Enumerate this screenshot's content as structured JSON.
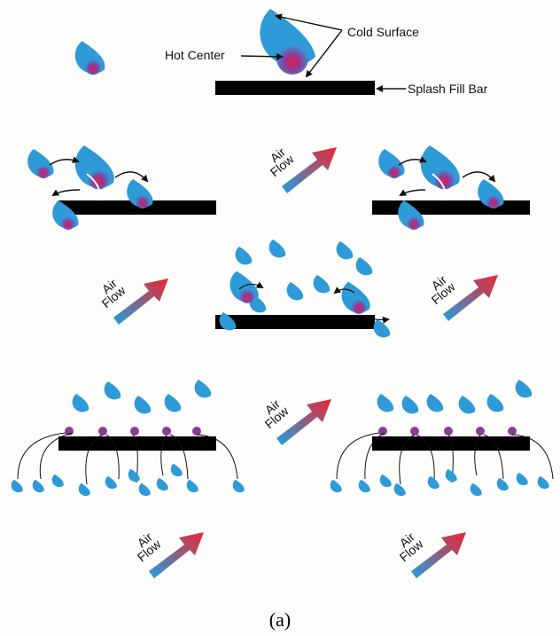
{
  "labels": {
    "cold_surface": "Cold Surface",
    "hot_center": "Hot Center",
    "splash_fill_bar": "Splash Fill Bar"
  },
  "air_flow": {
    "line1": "Air",
    "line2": "Flow"
  },
  "caption": "(a)",
  "colors": {
    "droplet": "#2e9ad8",
    "hot_center": "#e0204a",
    "bar": "#000000",
    "arrow_start": "#1fa0e0",
    "arrow_end": "#ee2430"
  }
}
